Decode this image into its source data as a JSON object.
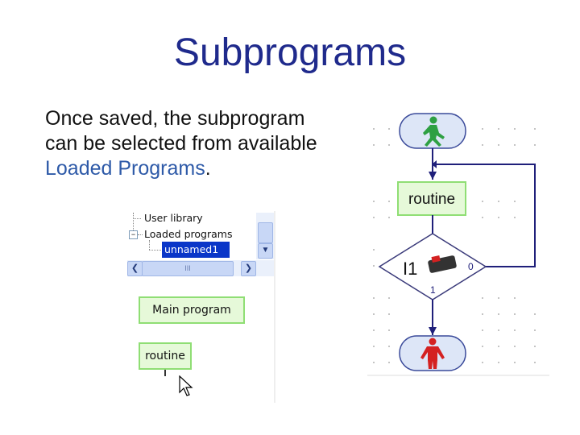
{
  "slide": {
    "title": "Subprograms",
    "text_line1": "Once saved, the subprogram",
    "text_line2": "can be selected from available",
    "text_highlight": "Loaded Programs",
    "text_end": "."
  },
  "tree": {
    "user_library": "User library",
    "loaded_programs": "Loaded programs",
    "selected_item": "unnamed1",
    "expander": "−",
    "scroll_thumb": "III"
  },
  "left_blocks": {
    "main_program": "Main program",
    "routine": "routine"
  },
  "flowchart": {
    "routine_label": "routine",
    "input_label": "I1",
    "branch_0": "0",
    "branch_1": "1"
  },
  "colors": {
    "title": "#1f2a8c",
    "highlight": "#2e5aa8",
    "selection": "#0a36c8",
    "block_fill": "#e6f9d9",
    "block_border": "#8fde74",
    "flow_line": "#1f1f7a",
    "start_icon": "#2ea043",
    "stop_icon": "#d42121"
  }
}
